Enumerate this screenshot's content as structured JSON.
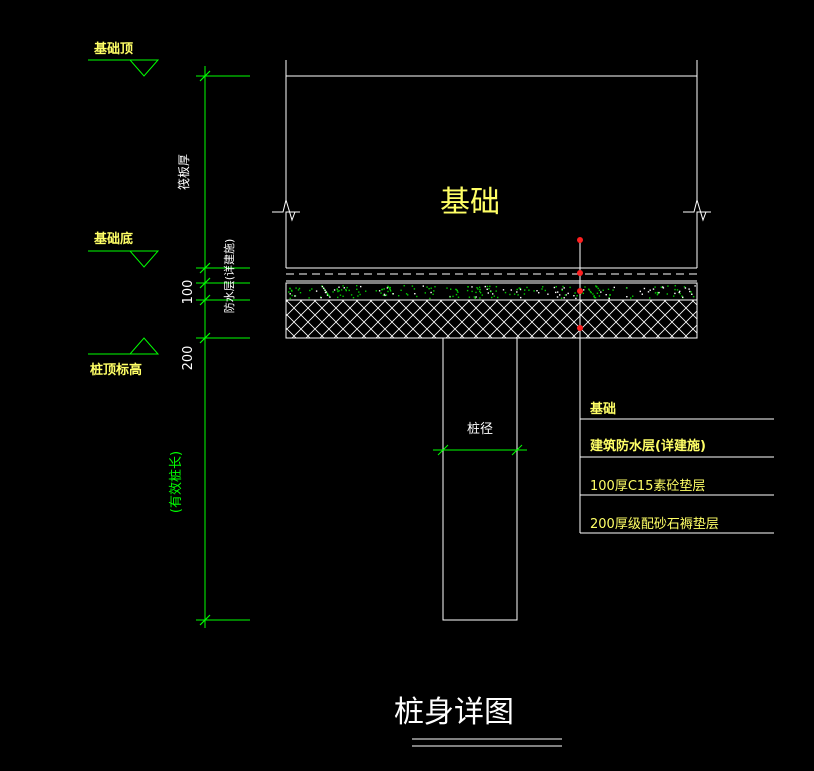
{
  "colors": {
    "background": "#000000",
    "white": "#ffffff",
    "green": "#00ff00",
    "yellow": "#ffff66",
    "red": "#ff2020",
    "hatch": "#ffffff",
    "speckle": "#00cc00"
  },
  "elevations": {
    "top": "基础顶",
    "bottom": "基础底",
    "pile_top": "桩顶标高"
  },
  "dimensions": {
    "thickness": "筏板厚",
    "waterproof": "防水层(详建施)",
    "cushion": "100",
    "gravel": "200",
    "pile_length": "(有效桩长)"
  },
  "foundation_label": "基础",
  "pile_label": "桩径",
  "legend": {
    "items": [
      "基础",
      "建筑防水层(详建施)",
      "100厚C15素砼垫层",
      "200厚级配砂石褥垫层"
    ]
  },
  "title": "桩身详图"
}
